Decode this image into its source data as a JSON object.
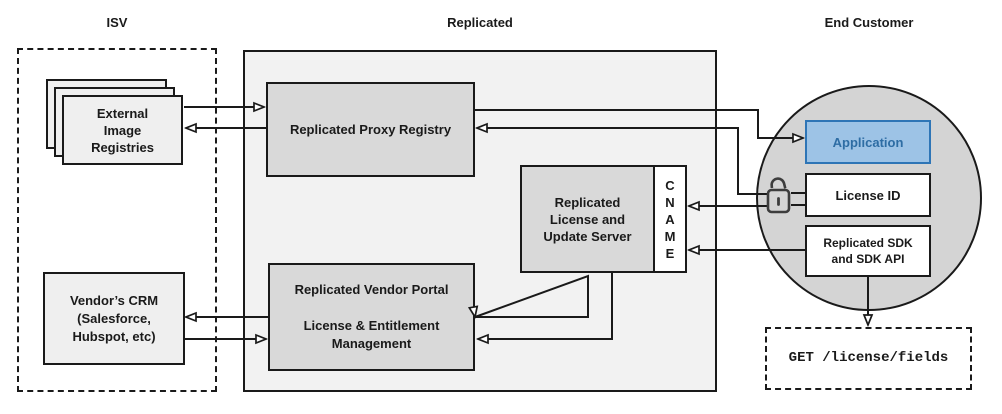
{
  "sections": {
    "isv": {
      "title": "ISV"
    },
    "replicated": {
      "title": "Replicated"
    },
    "end_customer": {
      "title": "End Customer"
    }
  },
  "nodes": {
    "external_image_registries": {
      "label": "External\nImage\nRegistries"
    },
    "vendors_crm": {
      "label": "Vendor’s CRM\n(Salesforce,\nHubspot, etc)"
    },
    "proxy_registry": {
      "label": "Replicated Proxy Registry"
    },
    "license_update_server": {
      "label": "Replicated\nLicense and\nUpdate Server"
    },
    "cname": {
      "label": "C\nN\nA\nM\nE"
    },
    "vendor_portal": {
      "label": "Replicated Vendor Portal\n\nLicense & Entitlement\nManagement"
    },
    "application": {
      "label": "Application"
    },
    "license_id": {
      "label": "License ID"
    },
    "replicated_sdk": {
      "label": "Replicated SDK\nand SDK API"
    },
    "get_license_fields": {
      "label": "GET /license/fields"
    }
  },
  "icons": {
    "lock": "open-padlock"
  },
  "edges": [
    {
      "from": "external_image_registries",
      "to": "proxy_registry"
    },
    {
      "from": "proxy_registry",
      "to": "external_image_registries"
    },
    {
      "from": "proxy_registry",
      "to": "application"
    },
    {
      "from": "license_id_lock",
      "to": "proxy_registry"
    },
    {
      "from": "license_id_lock",
      "to": "cname"
    },
    {
      "from": "replicated_sdk",
      "to": "cname"
    },
    {
      "from": "vendor_portal",
      "to": "license_update_server"
    },
    {
      "from": "license_update_server",
      "to": "vendor_portal"
    },
    {
      "from": "vendor_portal",
      "to": "vendors_crm"
    },
    {
      "from": "vendors_crm",
      "to": "vendor_portal"
    },
    {
      "from": "replicated_sdk",
      "to": "get_license_fields"
    }
  ],
  "colors": {
    "application_fill": "#9dc3e6",
    "application_border": "#2e75b6",
    "application_text": "#2e6da4",
    "node_gray": "#d9d9d9",
    "container_gray": "#f2f2f2",
    "circle_gray": "#d4d4d4",
    "light_box_gray": "#efefef",
    "line": "#1a1a1a"
  }
}
